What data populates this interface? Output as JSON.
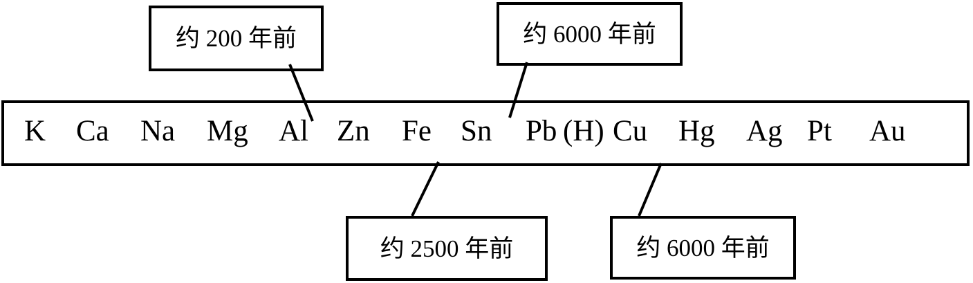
{
  "series": {
    "elements": [
      "K",
      "Ca",
      "Na",
      "Mg",
      "Al",
      "Zn",
      "Fe",
      "Sn",
      "Pb",
      "(H)",
      "Cu",
      "Hg",
      "Ag",
      "Pt",
      "Au"
    ]
  },
  "callouts": {
    "top_left": "约 200 年前",
    "top_right": "约 6000 年前",
    "bottom_left": "约 2500 年前",
    "bottom_right": "约 6000 年前"
  },
  "colors": {
    "line": "#000000",
    "background": "#ffffff",
    "text": "#000000"
  }
}
